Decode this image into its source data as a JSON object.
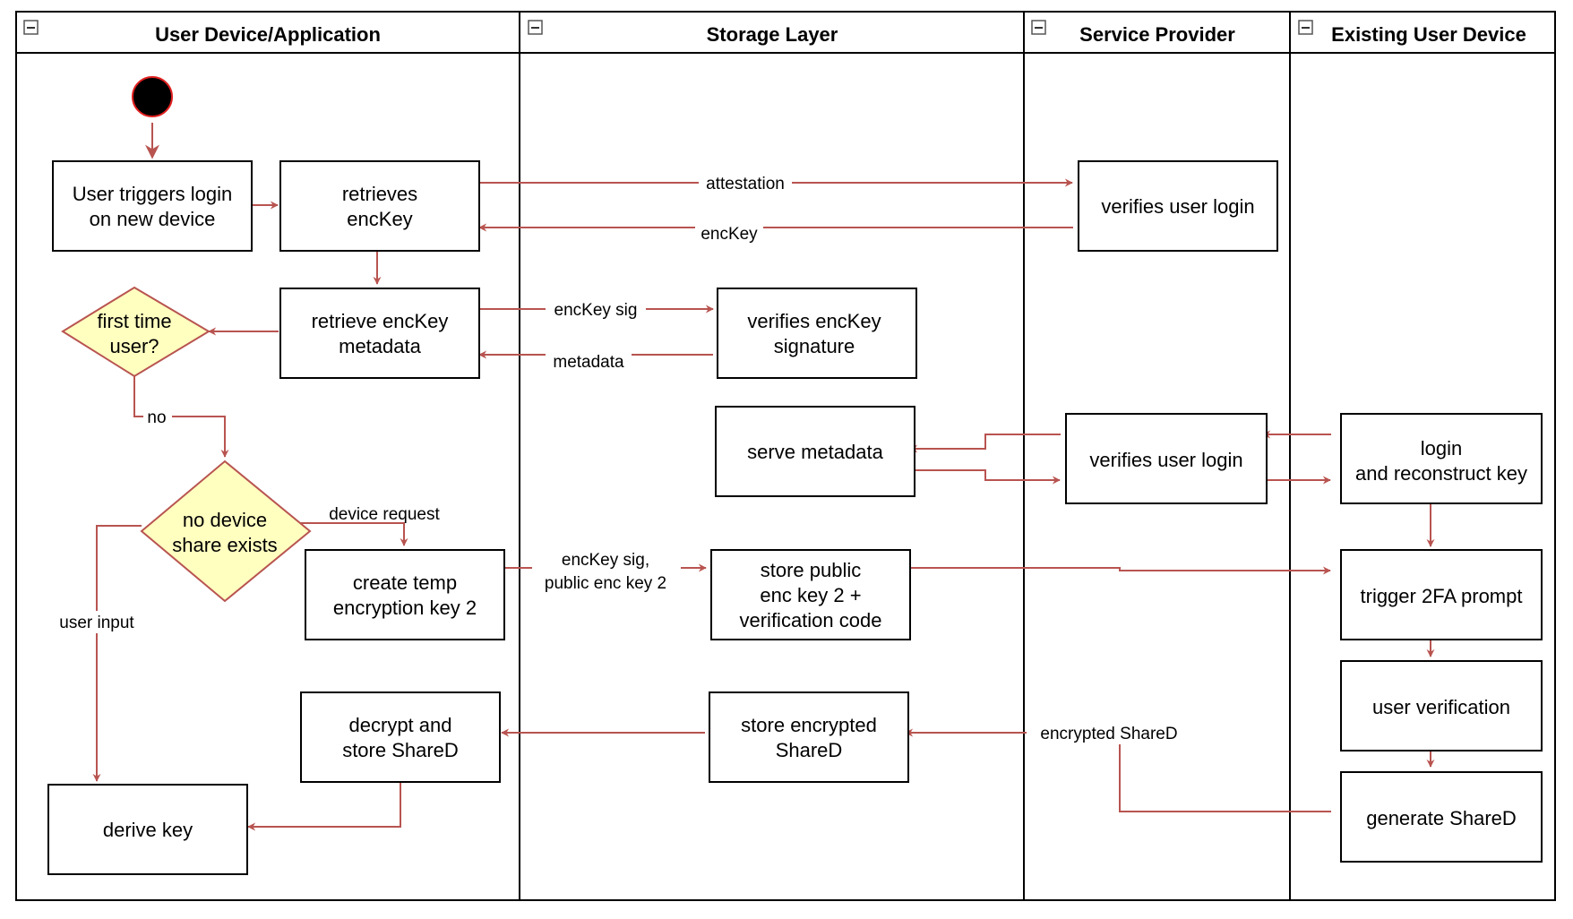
{
  "lanes": [
    {
      "id": "user",
      "title": "User Device/Application"
    },
    {
      "id": "storage",
      "title": "Storage Layer"
    },
    {
      "id": "provider",
      "title": "Service Provider"
    },
    {
      "id": "existing",
      "title": "Existing User Device"
    }
  ],
  "nodes": {
    "trigger_login": [
      "User triggers login",
      "on new device"
    ],
    "retrieves_enckey": [
      "retrieves",
      "encKey"
    ],
    "verifies_login_1": [
      "verifies user login"
    ],
    "retrieve_metadata": [
      "retrieve encKey",
      "metadata"
    ],
    "verifies_enckey_sig": [
      "verifies encKey",
      "signature"
    ],
    "first_time_user": [
      "first time",
      "user?"
    ],
    "serve_metadata": [
      "serve metadata"
    ],
    "verifies_login_2": [
      "verifies user login"
    ],
    "login_reconstruct": [
      "login",
      "and reconstruct key"
    ],
    "no_device_share": [
      "no device",
      "share exists"
    ],
    "create_temp_key": [
      "create temp",
      "encryption key 2"
    ],
    "store_public_key": [
      "store public",
      "enc key 2 +",
      "verification code"
    ],
    "trigger_2fa": [
      "trigger 2FA prompt"
    ],
    "user_verification": [
      "user verification"
    ],
    "decrypt_store": [
      "decrypt and",
      "store ShareD"
    ],
    "store_encrypted": [
      "store encrypted",
      "ShareD"
    ],
    "generate_shared": [
      "generate ShareD"
    ],
    "derive_key": [
      "derive key"
    ]
  },
  "edge_labels": {
    "attestation": "attestation",
    "enckey": "encKey",
    "enckey_sig": "encKey sig",
    "metadata": "metadata",
    "no": "no",
    "device_request": "device request",
    "user_input": "user input",
    "enckey_sig_public": [
      "encKey sig,",
      "public enc key 2"
    ],
    "encrypted_shared": "encrypted ShareD"
  },
  "colors": {
    "edge": "#b85450",
    "decision_fill": "#ffffc0",
    "start_fill": "#000000",
    "start_stroke": "#e02020"
  }
}
